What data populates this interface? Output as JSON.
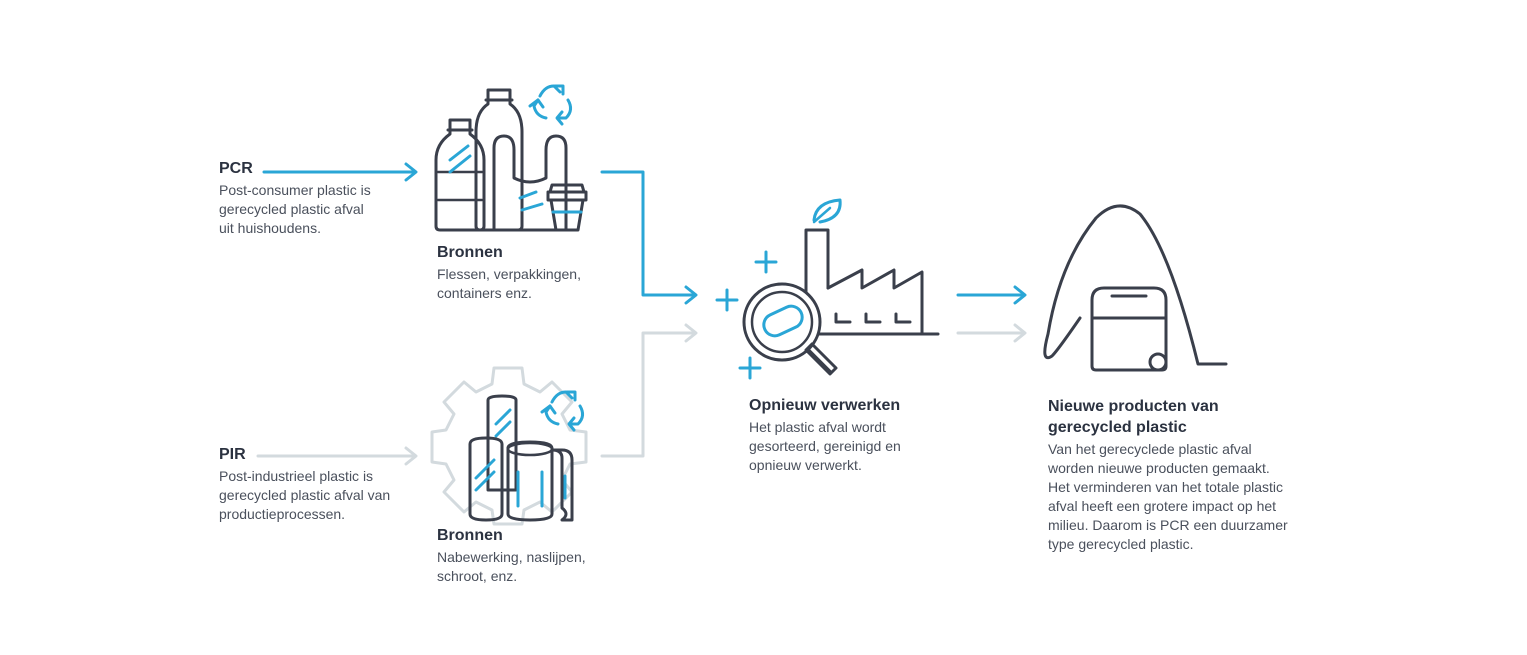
{
  "colors": {
    "accent": "#2aa6d6",
    "muted": "#d3dade",
    "ink": "#3a3f4b"
  },
  "pcr": {
    "title": "PCR",
    "desc": "Post-consumer plastic is\ngerecycled plastic afval\nuit huishoudens."
  },
  "pir": {
    "title": "PIR",
    "desc": "Post-industrieel plastic is\ngerecycled plastic afval van\nproductieprocessen."
  },
  "sources_top": {
    "title": "Bronnen",
    "desc": "Flessen, verpakkingen,\ncontainers enz."
  },
  "sources_bottom": {
    "title": "Bronnen",
    "desc": "Nabewerking, naslijpen,\nschroot, enz."
  },
  "process": {
    "title": "Opnieuw verwerken",
    "desc": "Het plastic afval wordt\ngesorteerd, gereinigd en\nopnieuw verwerkt."
  },
  "products": {
    "title": "Nieuwe producten van\ngerecycled plastic",
    "desc": "Van het gerecyclede plastic afval\nworden nieuwe producten gemaakt.\nHet verminderen van het totale plastic\nafval heeft een grotere impact op het\nmilieu. Daarom is PCR een duurzamer\ntype gerecycled plastic."
  },
  "icons": [
    "bottles-bag-cup-icon",
    "recycle-icon",
    "gear-rolls-icon",
    "magnifier-icon",
    "factory-icon",
    "leaf-icon",
    "sparkle-icon",
    "vacuum-cleaner-icon"
  ]
}
